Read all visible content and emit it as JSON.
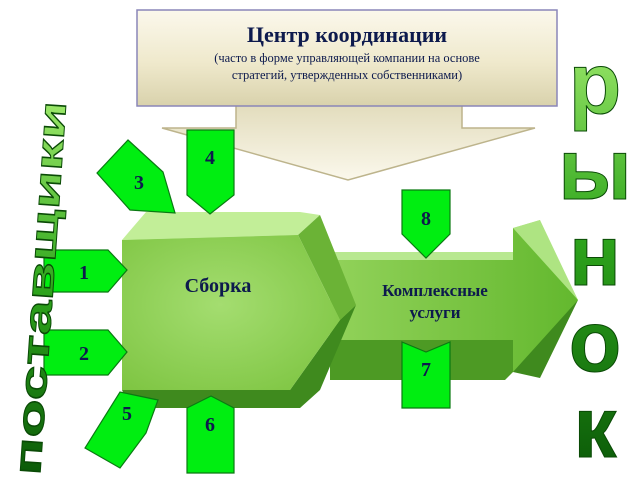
{
  "coordination": {
    "title": "Центр координации",
    "subtitle_line1": "(часто в форме управляющей компании на основе",
    "subtitle_line2": "стратегий, утвержденных собственниками)"
  },
  "assembly": {
    "label": "Сборка"
  },
  "complex_services": {
    "line1": "Комплексные",
    "line2": "услуги"
  },
  "inputs": [
    "1",
    "2",
    "3",
    "4",
    "5",
    "6",
    "7",
    "8"
  ],
  "suppliers_wordart": "поставщики",
  "market_wordart": "рынок",
  "colors": {
    "bright_green": "#00ee11",
    "light_green": "#a6e070",
    "mid_green": "#7cc040",
    "dark_green": "#3f7f1a",
    "text_navy": "#0d1a4d",
    "beige": "#f1ecd2"
  }
}
